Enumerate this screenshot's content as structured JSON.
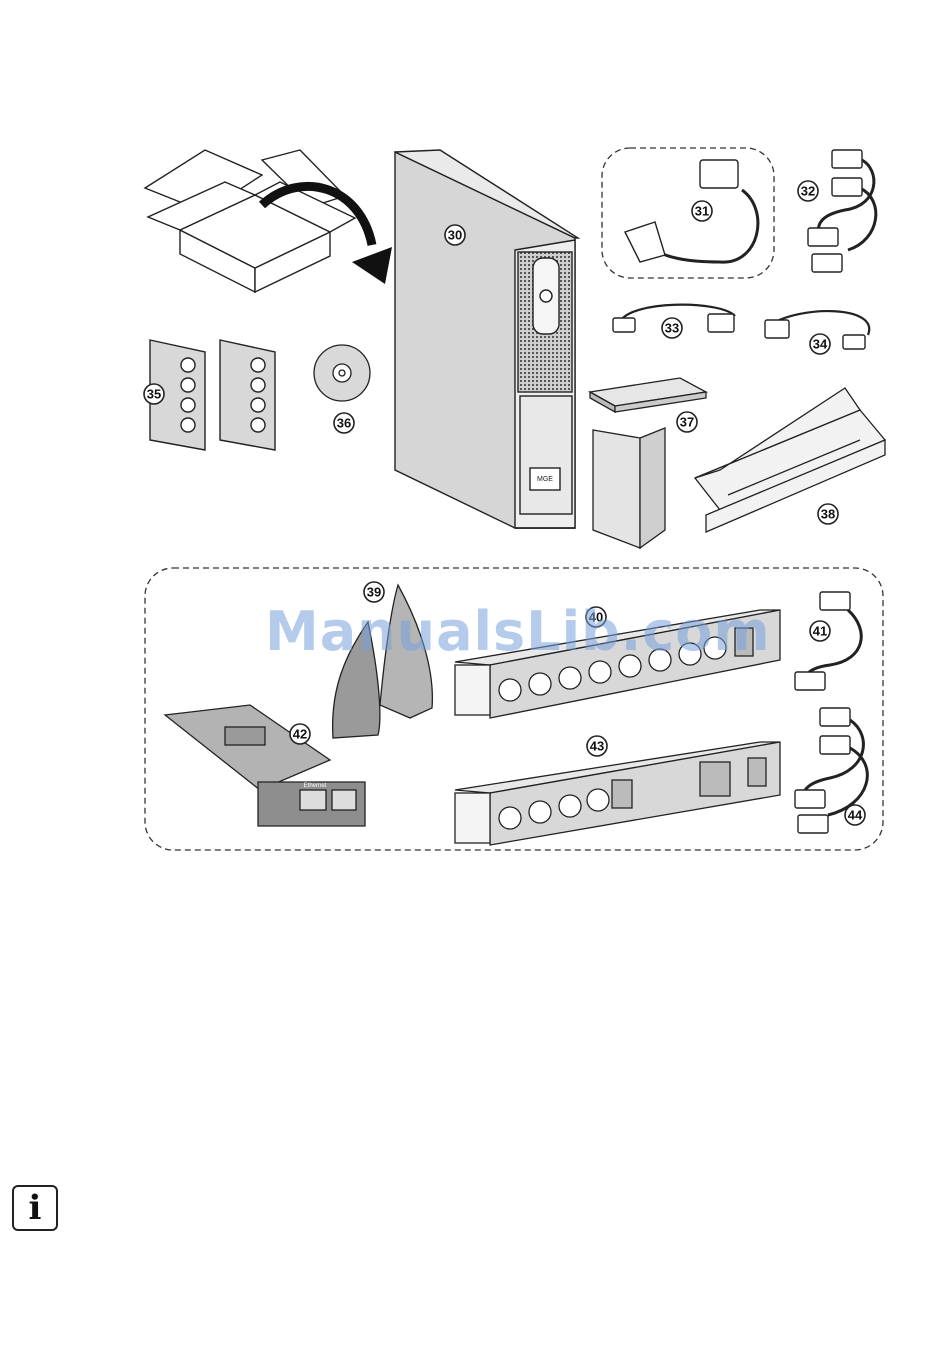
{
  "watermark": "ManualsLib.com",
  "info_icon": "i",
  "callouts": [
    "30",
    "31",
    "32",
    "33",
    "34",
    "35",
    "36",
    "37",
    "38",
    "39",
    "40",
    "41",
    "42",
    "43",
    "44"
  ],
  "colors": {
    "ups_body": "#d9d9d9",
    "line": "#222222",
    "card_gray": "#9a9a9a",
    "watermark": "#78a0dc"
  },
  "device_labels": {
    "mge_logo": "MGE",
    "card_port_label": "Ethernet"
  }
}
